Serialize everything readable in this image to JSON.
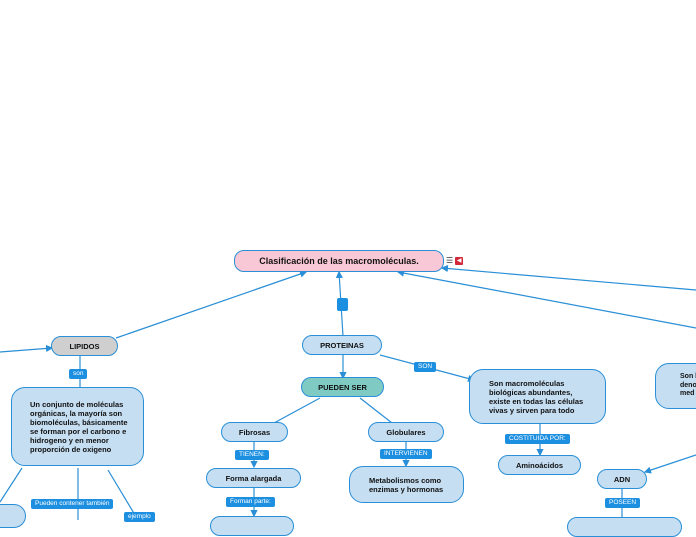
{
  "root": {
    "title": "Clasificación de las macromoléculas."
  },
  "nodes": {
    "lipidos": "LIPIDOS",
    "proteinas": "PROTEINAS",
    "pueden_ser": "PUEDEN SER",
    "lipidos_def": "Un conjunto de moléculas orgánicas, la mayoría son biomoléculas, básicamente se forman por el carbono e hidrogeno y en menor proporción de oxigeno",
    "proteinas_def": "Son macromoléculas biológicas abundantes, existe en todas las células vivas y sirven para todo",
    "fibrosas": "Fibrosas",
    "globulares": "Globulares",
    "forma_alargada": "Forma alargada",
    "metabolismos": "Metabolismos como enzimas y hormonas",
    "aminoacidos": "Aminoácidos",
    "adn": "ADN",
    "right_partial": "Son la re deno med"
  },
  "tags": {
    "son_lipidos": "son",
    "son_proteinas": "SON",
    "tienen": "TIENEN:",
    "forman_parte": "Forman parte:",
    "intervienen": "INTERVIENEN",
    "constituida_por": "COSTITUIDA POR:",
    "poseen": "POSEEN",
    "pueden_contener": "Pueden contener también",
    "ejemplo": "ejemplo"
  },
  "icons": [
    "notes-icon",
    "pdf-icon"
  ],
  "colors": {
    "line": "#2a8fd6",
    "node_fill": "#c5def2",
    "root_fill": "#f9c8d6",
    "grey_fill": "#cfcfcf",
    "teal_fill": "#7fcbc4",
    "tag_fill": "#1d8fe0"
  }
}
